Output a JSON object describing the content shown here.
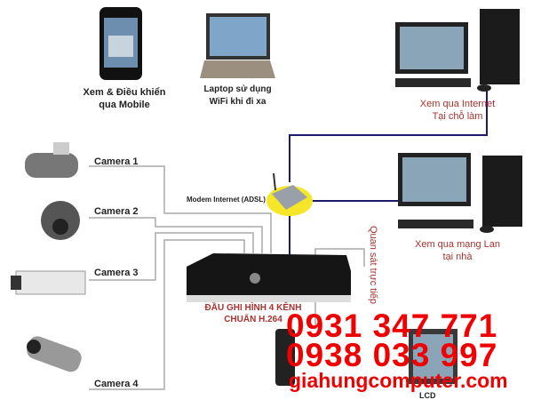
{
  "devices": {
    "mobile_label": [
      "Xem & Điều khiển",
      "qua Mobile"
    ],
    "laptop_label": [
      "Laptop sử dụng",
      "WiFi khi đi xa"
    ],
    "pc_internet_label": [
      "Xem qua Internet",
      "Tại chỗ làm"
    ],
    "pc_lan_label": [
      "Xem qua mạng Lan",
      "tại nhà"
    ],
    "modem_label": "Modem Internet (ADSL)",
    "dvr_label": [
      "ĐẦU GHI HÌNH 4 KÊNH",
      "CHUẨN H.264"
    ],
    "live_view_label": "Quan sát trực tiếp",
    "lcd_label": "LCD"
  },
  "cameras": [
    "Camera 1",
    "Camera 2",
    "Camera 3",
    "Camera 4"
  ],
  "contact": {
    "phone1": "0931 347 771",
    "phone2": "0938 033 997",
    "website": "giahungcomputer.com"
  },
  "colors": {
    "network_line": "#1a1a6e",
    "cable_line": "#aaaaaa",
    "label_red": "#a8322e",
    "phone_red": "#f00000",
    "modem_highlight": "#f5e62a"
  }
}
